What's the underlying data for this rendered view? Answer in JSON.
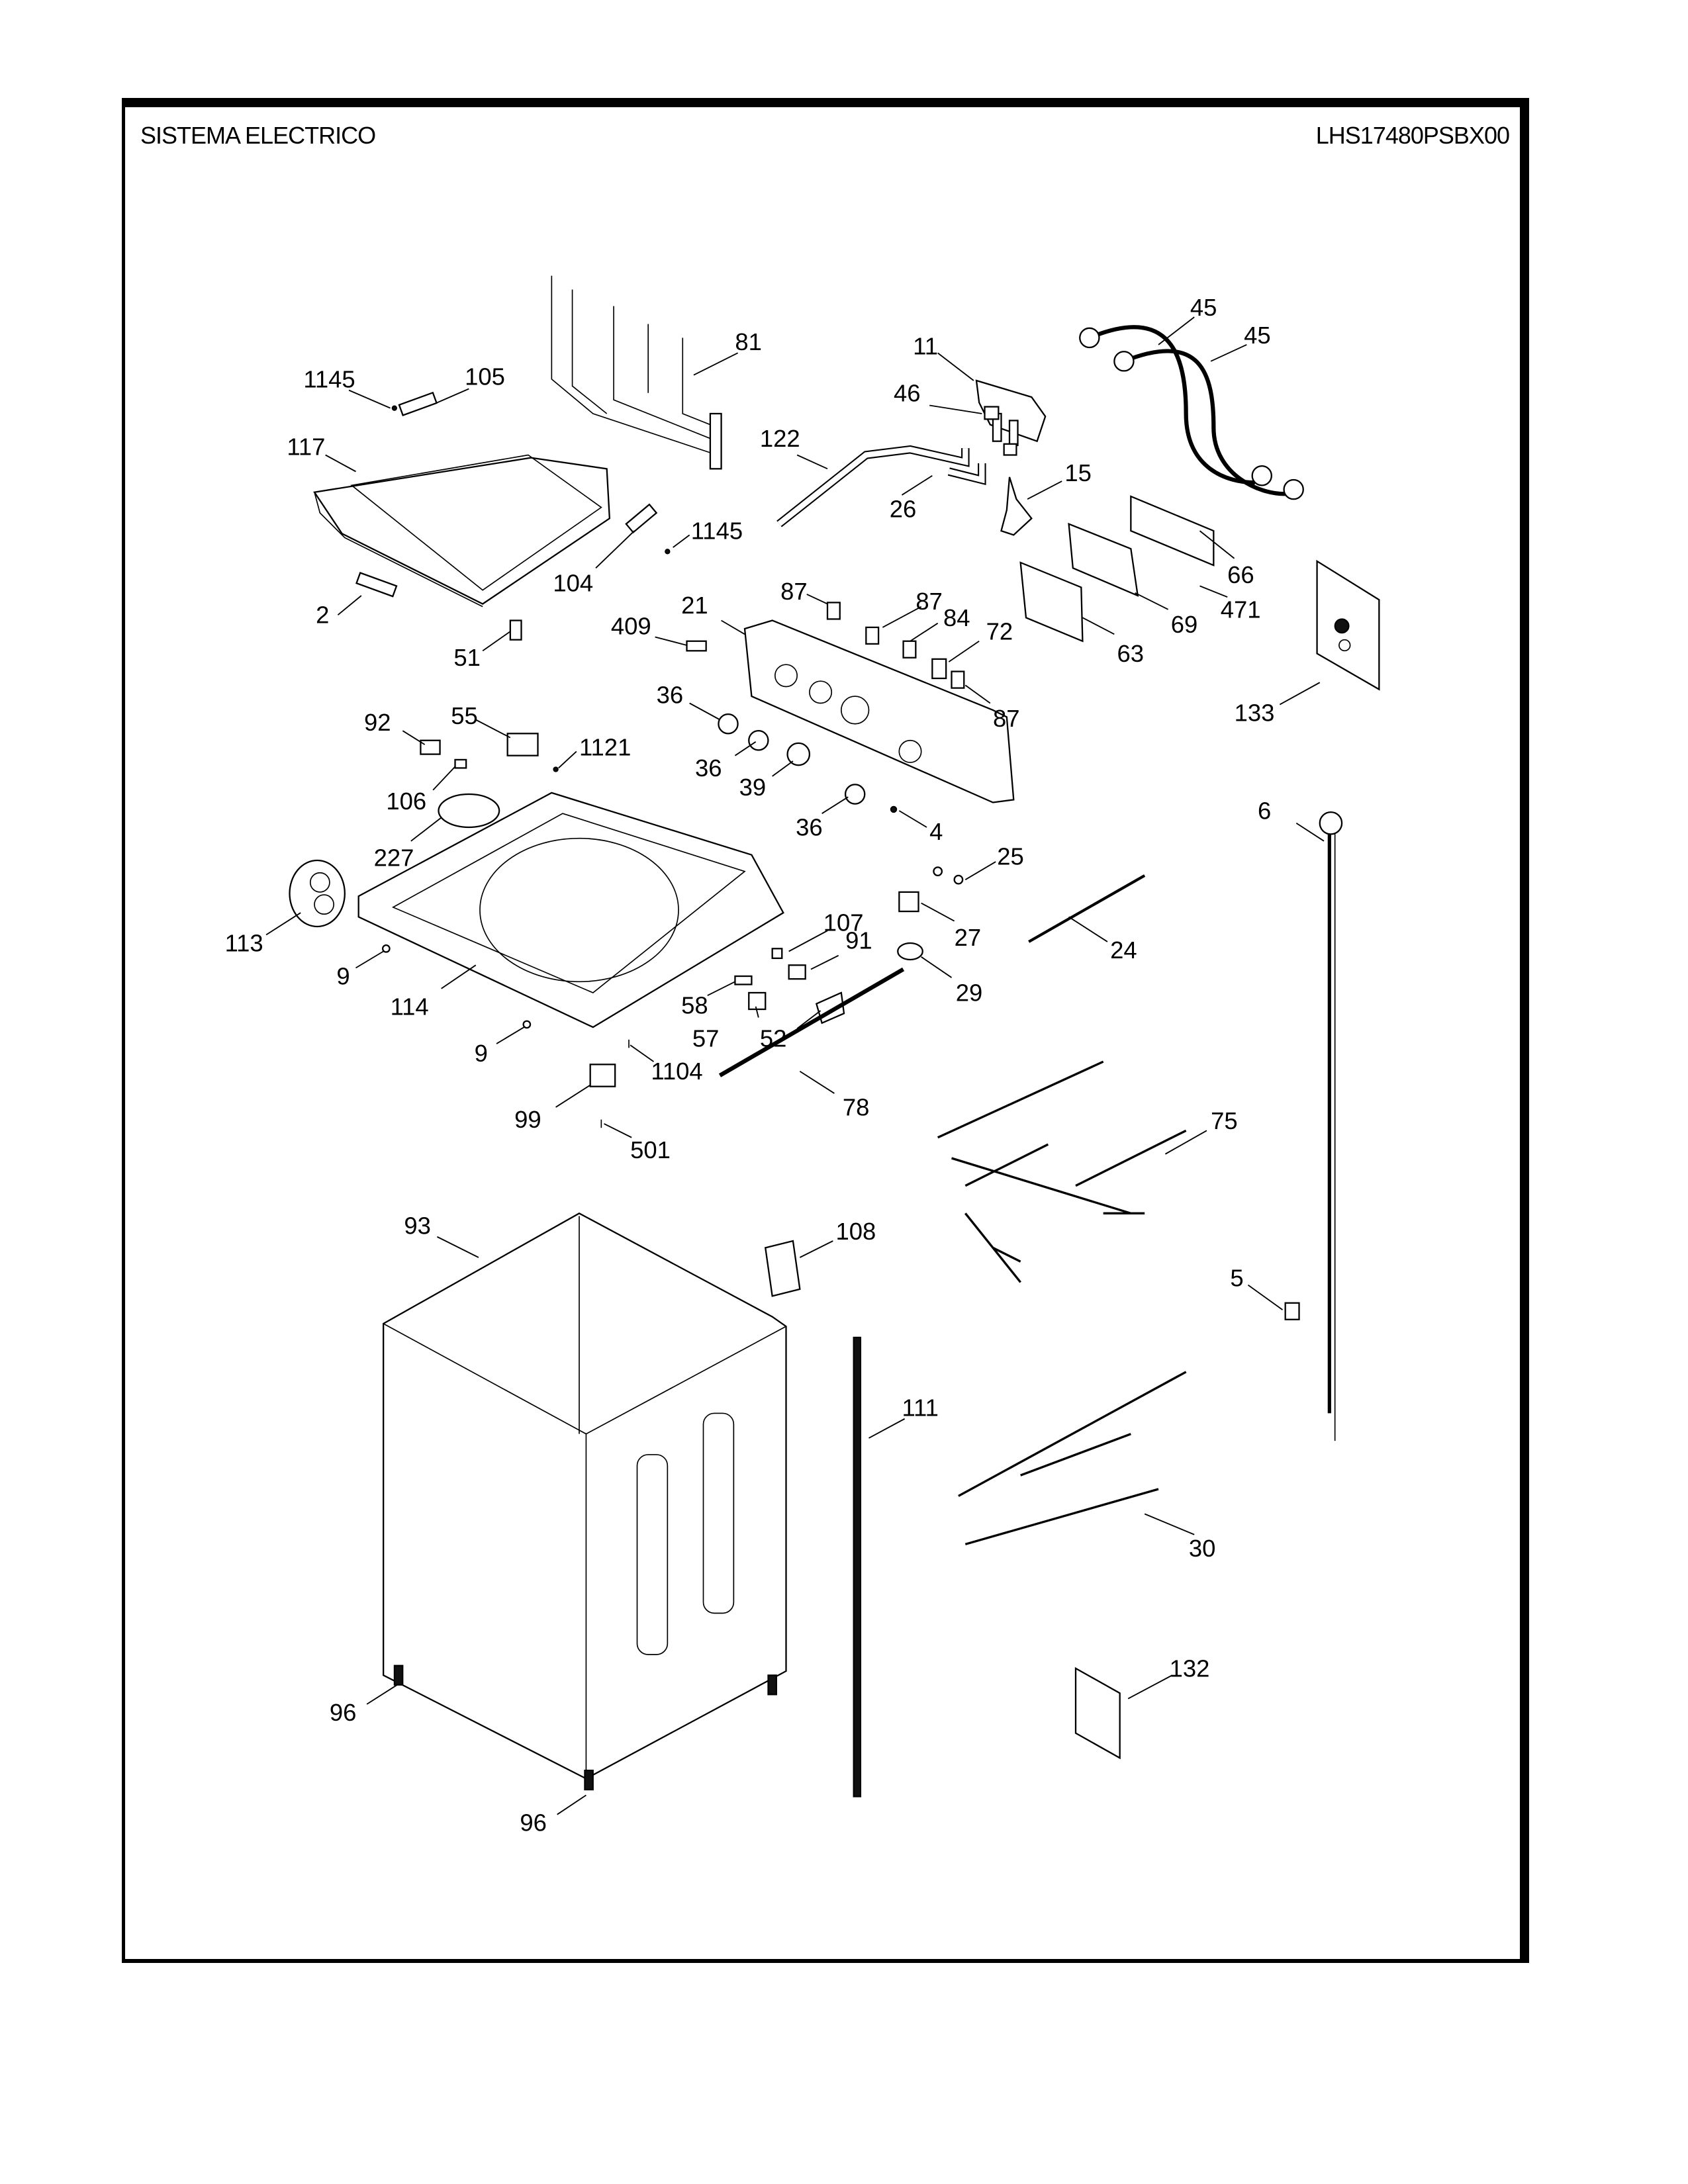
{
  "header": {
    "title": "SISTEMA ELECTRICO",
    "model": "LHS17480PSBX00"
  },
  "callouts": [
    {
      "id": "c81",
      "label": "81"
    },
    {
      "id": "c1145a",
      "label": "1145"
    },
    {
      "id": "c105",
      "label": "105"
    },
    {
      "id": "c117",
      "label": "117"
    },
    {
      "id": "c1145b",
      "label": "1145"
    },
    {
      "id": "c104",
      "label": "104"
    },
    {
      "id": "c2",
      "label": "2"
    },
    {
      "id": "c51",
      "label": "51"
    },
    {
      "id": "c11",
      "label": "11"
    },
    {
      "id": "c46",
      "label": "46"
    },
    {
      "id": "c122",
      "label": "122"
    },
    {
      "id": "c26",
      "label": "26"
    },
    {
      "id": "c15",
      "label": "15"
    },
    {
      "id": "c45a",
      "label": "45"
    },
    {
      "id": "c45b",
      "label": "45"
    },
    {
      "id": "c66",
      "label": "66"
    },
    {
      "id": "c471",
      "label": "471"
    },
    {
      "id": "c69",
      "label": "69"
    },
    {
      "id": "c63",
      "label": "63"
    },
    {
      "id": "c133",
      "label": "133"
    },
    {
      "id": "c21",
      "label": "21"
    },
    {
      "id": "c87a",
      "label": "87"
    },
    {
      "id": "c87b",
      "label": "87"
    },
    {
      "id": "c84",
      "label": "84"
    },
    {
      "id": "c72",
      "label": "72"
    },
    {
      "id": "c87c",
      "label": "87"
    },
    {
      "id": "c409",
      "label": "409"
    },
    {
      "id": "c36a",
      "label": "36"
    },
    {
      "id": "c36b",
      "label": "36"
    },
    {
      "id": "c39",
      "label": "39"
    },
    {
      "id": "c36c",
      "label": "36"
    },
    {
      "id": "c4",
      "label": "4"
    },
    {
      "id": "c92",
      "label": "92"
    },
    {
      "id": "c55",
      "label": "55"
    },
    {
      "id": "c1121",
      "label": "1121"
    },
    {
      "id": "c106",
      "label": "106"
    },
    {
      "id": "c227",
      "label": "227"
    },
    {
      "id": "c113",
      "label": "113"
    },
    {
      "id": "c114",
      "label": "114"
    },
    {
      "id": "c9a",
      "label": "9"
    },
    {
      "id": "c9b",
      "label": "9"
    },
    {
      "id": "c25",
      "label": "25"
    },
    {
      "id": "c27",
      "label": "27"
    },
    {
      "id": "c24",
      "label": "24"
    },
    {
      "id": "c29",
      "label": "29"
    },
    {
      "id": "c107",
      "label": "107"
    },
    {
      "id": "c91",
      "label": "91"
    },
    {
      "id": "c58",
      "label": "58"
    },
    {
      "id": "c57",
      "label": "57"
    },
    {
      "id": "c52",
      "label": "52"
    },
    {
      "id": "c1104",
      "label": "1104"
    },
    {
      "id": "c99",
      "label": "99"
    },
    {
      "id": "c501",
      "label": "501"
    },
    {
      "id": "c78",
      "label": "78"
    },
    {
      "id": "c75",
      "label": "75"
    },
    {
      "id": "c6",
      "label": "6"
    },
    {
      "id": "c5",
      "label": "5"
    },
    {
      "id": "c93",
      "label": "93"
    },
    {
      "id": "c108",
      "label": "108"
    },
    {
      "id": "c111",
      "label": "111"
    },
    {
      "id": "c30",
      "label": "30"
    },
    {
      "id": "c132",
      "label": "132"
    },
    {
      "id": "c96a",
      "label": "96"
    },
    {
      "id": "c96b",
      "label": "96"
    }
  ]
}
